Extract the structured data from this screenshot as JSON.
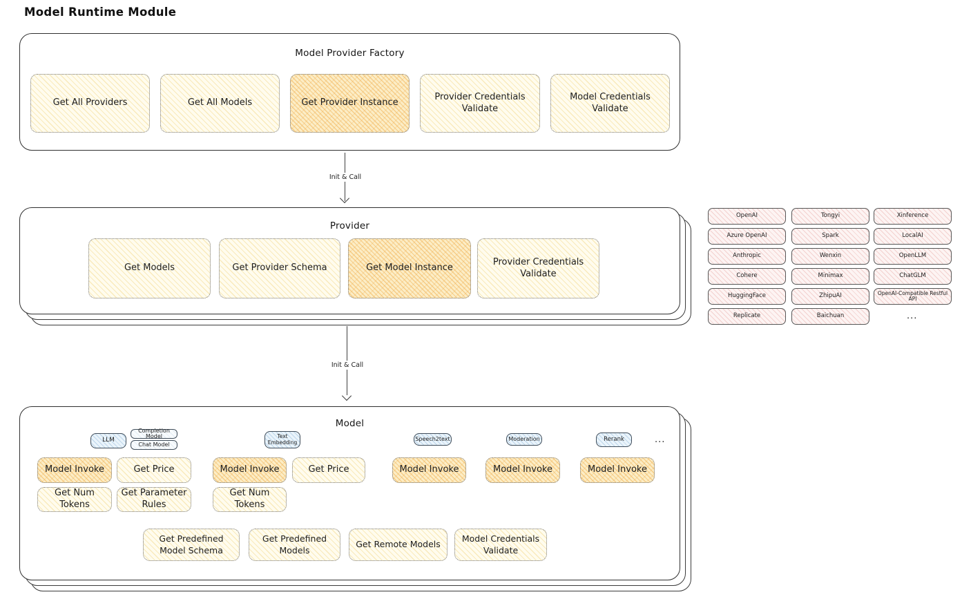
{
  "title": "Model Runtime Module",
  "colors": {
    "yellow_fill": "#fffcee",
    "orange_highlight": "#f3c169",
    "pink_fill": "#fdf4f3",
    "blue_fill": "#eaf4fb",
    "stroke": "#2f2f2f"
  },
  "factory": {
    "title": "Model Provider Factory",
    "items": [
      {
        "label": "Get All Providers"
      },
      {
        "label": "Get All Models"
      },
      {
        "label": "Get Provider Instance"
      },
      {
        "label": "Provider Credentials Validate"
      },
      {
        "label": "Model Credentials Validate"
      }
    ]
  },
  "arrow1": {
    "label": "Init & Call"
  },
  "arrow2": {
    "label": "Init & Call"
  },
  "provider": {
    "title": "Provider",
    "items": [
      {
        "label": "Get Models"
      },
      {
        "label": "Get Provider Schema"
      },
      {
        "label": "Get Model Instance"
      },
      {
        "label": "Provider Credentials Validate"
      }
    ]
  },
  "providers_list": {
    "items": [
      "OpenAI",
      "Tongyi",
      "Xinference",
      "Azure OpenAI",
      "Spark",
      "LocalAI",
      "Anthropic",
      "Wenxin",
      "OpenLLM",
      "Cohere",
      "Minimax",
      "ChatGLM",
      "HuggingFace",
      "ZhipuAI",
      "OpenAI-Compatible Restful API",
      "Replicate",
      "Baichuan"
    ],
    "more": "..."
  },
  "model": {
    "title": "Model",
    "more": "...",
    "groups": [
      {
        "types": [
          "LLM",
          "Completion Model",
          "Chat Model"
        ],
        "functions": [
          "Model Invoke",
          "Get Price",
          "Get Num Tokens",
          "Get Parameter Rules"
        ]
      },
      {
        "types": [
          "Text Embedding"
        ],
        "functions": [
          "Model Invoke",
          "Get Price",
          "Get Num Tokens"
        ]
      },
      {
        "types": [
          "Speech2text"
        ],
        "functions": [
          "Model Invoke"
        ]
      },
      {
        "types": [
          "Moderation"
        ],
        "functions": [
          "Model Invoke"
        ]
      },
      {
        "types": [
          "Rerank"
        ],
        "functions": [
          "Model Invoke"
        ]
      }
    ],
    "shared": [
      {
        "label": "Get Predefined Model Schema"
      },
      {
        "label": "Get Predefined Models"
      },
      {
        "label": "Get Remote Models"
      },
      {
        "label": "Model Credentials Validate"
      }
    ]
  }
}
